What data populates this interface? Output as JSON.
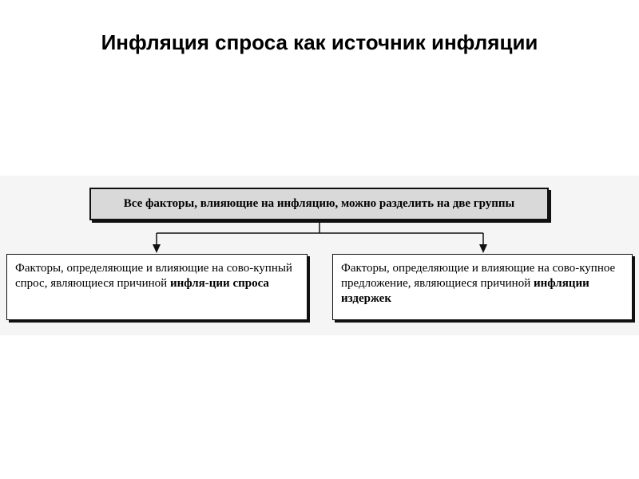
{
  "title": "Инфляция спроса как источник инфляции",
  "diagram": {
    "root": "Все факторы, влияющие на инфляцию, можно разделить на две группы",
    "left": {
      "text_normal": "Факторы, определяющие и влияющие на сово-купный спрос, являющиеся причиной ",
      "text_bold": "инфля-ции спроса"
    },
    "right": {
      "text_normal": "Факторы, определяющие и влияющие на сово-купное предложение, являющиеся причиной ",
      "text_bold": "инфляции издержек"
    }
  }
}
